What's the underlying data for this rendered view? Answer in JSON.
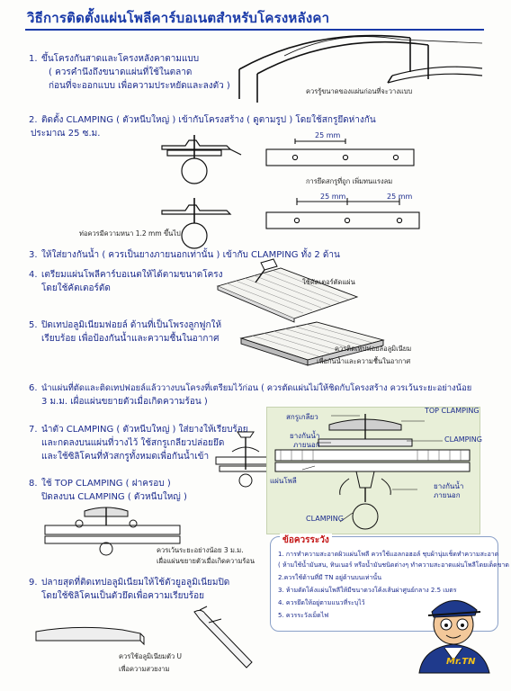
{
  "title": "วิธีการติดตั้งแผ่นโพลีคาร์บอเนตสำหรับโครงหลังคา",
  "steps": [
    {
      "num": "1.",
      "lines": [
        "ขึ้นโครงกันสาดและโครงหลังคาตามแบบ",
        "( ควรคำนึงถึงขนาดแผ่นที่ใช้ในตลาด",
        "ก่อนที่จะออกแบบ เพื่อความประหยัดและลงตัว )"
      ]
    },
    {
      "num": "2.",
      "lines": [
        "ติดตั้ง CLAMPING ( ตัวหนีบใหญ่ ) เข้ากับโครงสร้าง ( ดูตามรูป ) โดยใช้สกรูยึดห่างกัน",
        "ประมาณ 25 ซ.ม."
      ]
    },
    {
      "num": "3.",
      "lines": [
        "ให้ใส่ยางกันน้ำ ( ควรเป็นยางภายนอกเท่านั้น ) เข้ากับ CLAMPING  ทั้ง 2 ด้าน"
      ]
    },
    {
      "num": "4.",
      "lines": [
        "เตรียมแผ่นโพลีคาร์บอเนตให้ได้ตามขนาดโครง",
        "โดยใช้คัตเตอร์ตัด"
      ]
    },
    {
      "num": "5.",
      "lines": [
        "ปิดเทปอลูมิเนียมฟอยล์ ด้านที่เป็นโพรงลูกฟูกให้",
        "เรียบร้อย เพื่อป้องกันน้ำและความชื้นในอากาศ"
      ]
    },
    {
      "num": "6.",
      "lines": [
        "นำแผ่นที่ตัดและติดเทปฟอยล์แล้ววางบนโครงที่เตรียมไว้ก่อน ( ควรตัดแผ่นไม่ให้ชิดกับโครงสร้าง ควรเว้นระยะอย่างน้อย",
        "3 ม.ม. เผื่อแผ่นขยายตัวเมื่อเกิดความร้อน )"
      ]
    },
    {
      "num": "7.",
      "lines": [
        "นำตัว CLAMPING ( ตัวหนีบใหญ่ ) ใส่ยางให้เรียบร้อย",
        "และกดลงบนแผ่นที่วางไว้ ใช้สกรูเกลียวปล่อยยึด",
        "และใช้ซิลิโคนที่หัวสกรูทั้งหมดเพื่อกันน้ำเข้า"
      ]
    },
    {
      "num": "8.",
      "lines": [
        "ใช้ TOP CLAMPING ( ฝาครอบ )",
        "ปิดลงบน CLAMPING ( ตัวหนีบใหญ่ )"
      ]
    },
    {
      "num": "9.",
      "lines": [
        "ปลายสุดที่ติดเทปอลูมิเนียมให้ใช้ตัวยูอลูมิเนียมปิด",
        "โดยใช้ซิลิโคนเป็นตัวยึดเพื่อความเรียบร้อย"
      ]
    }
  ],
  "captions": {
    "roof": "ควรรู้ขนาดของแผ่นก่อนที่จะวางแบบ",
    "screw_note": "การยึดสกรูที่ถูก เพิ่มทนแรงลม",
    "pipe_note": "ท่อควรมีความหนา 1.2 mm ขึ้นไป",
    "cutter": "ใช้คัตเตอร์ตัดแผ่น",
    "foil": "ควรติดเทปฟอยล์อลูมิเนียม",
    "foil2": "เพื่อกันน้ำและความชื้นในอากาศ",
    "gap": "ควรเว้นระยะอย่างน้อย 3 ม.ม.",
    "gap2": "เผื่อแผ่นขยายตัวเมื่อเกิดความร้อน",
    "u_channel": "ควรใช้อลูมิเนียมตัว U",
    "u_channel2": "เพื่อความสวยงาม"
  },
  "dims": {
    "mm25": "25 mm"
  },
  "clamp_labels": {
    "screw": "สกรูเกลียว",
    "top_clamping": "TOP CLAMPING",
    "gasket_out": "ยางกันน้ำ",
    "gasket_out2": "ภายนอก",
    "clamping": "CLAMPING",
    "sheet": "แผ่นโพลี",
    "gasket_in": "ยางกันน้ำ",
    "gasket_in2": "ภายนอก",
    "clamping_bottom": "CLAMPING"
  },
  "caution": {
    "title": "ข้อควรระวัง",
    "items": [
      "1. การทำความสะอาดผิวแผ่นโพลี ควรใช้แอลกอฮอล์ ชุบผ้านุ่มเช็ดทำความสะอาด",
      "( ห้ามใช้น้ำมันสน, ทินเนอร์ หรือน้ำมันชนิดต่างๆ ทำความสะอาดแผ่นโพลีโดยเด็ดขาด",
      "2.ควรใช้ด้านที่มี TN อยู่ด้านบนเท่านั้น",
      "3. ห้ามดัดโค้งแผ่นโพลีให้มีขนาดวงโค้งเส้นผ่าศูนย์กลาง 2.5 เมตร",
      "4. ควรยึดให้อยู่ตามแนวที่ระบุไว้",
      "5. ควรระวังเม็ดไฟ"
    ]
  },
  "mascot": "Mr.TN",
  "colors": {
    "text": "#1a2a8c",
    "title": "#1a3aa8",
    "caution_title": "#c41818",
    "panel": "#e8efd8"
  }
}
